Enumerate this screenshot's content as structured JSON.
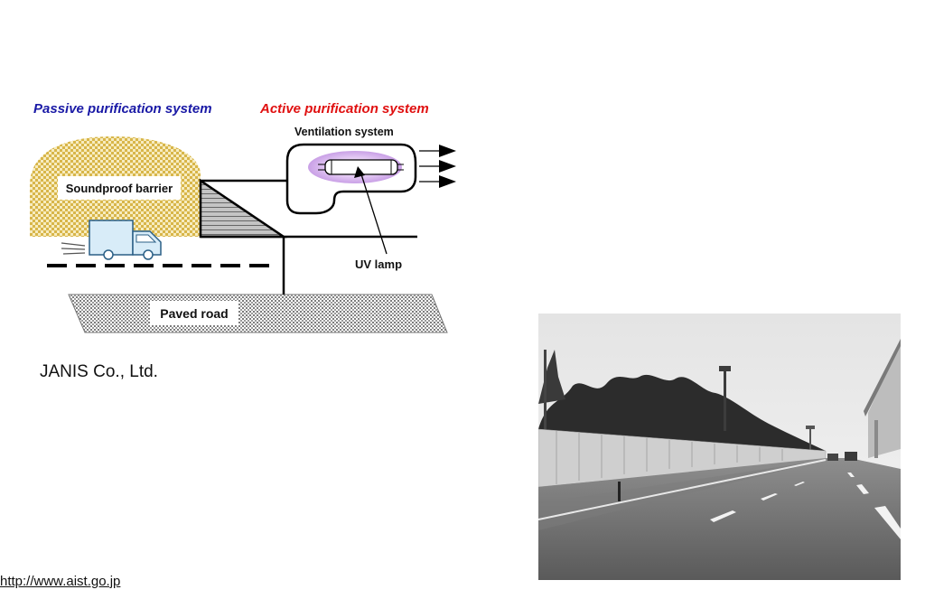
{
  "diagram": {
    "passive_label": "Passive purification system",
    "active_label": "Active purification system",
    "ventilation_label": "Ventilation system",
    "soundproof_label": "Soundproof barrier",
    "uv_label": "UV lamp",
    "road_label": "Paved road",
    "colors": {
      "passive": "#1a1aa6",
      "active": "#e01010",
      "barrier_fill": "#d8b64a",
      "barrier_dot": "#f7ecc0",
      "truck": "#d8ecf8",
      "uv_glow": "#d9b8ee",
      "road": "#8a8a8a"
    }
  },
  "credit": "JANIS Co., Ltd.",
  "url": "http://www.aist.go.jp",
  "photo": {
    "icon": "highway-photo"
  }
}
